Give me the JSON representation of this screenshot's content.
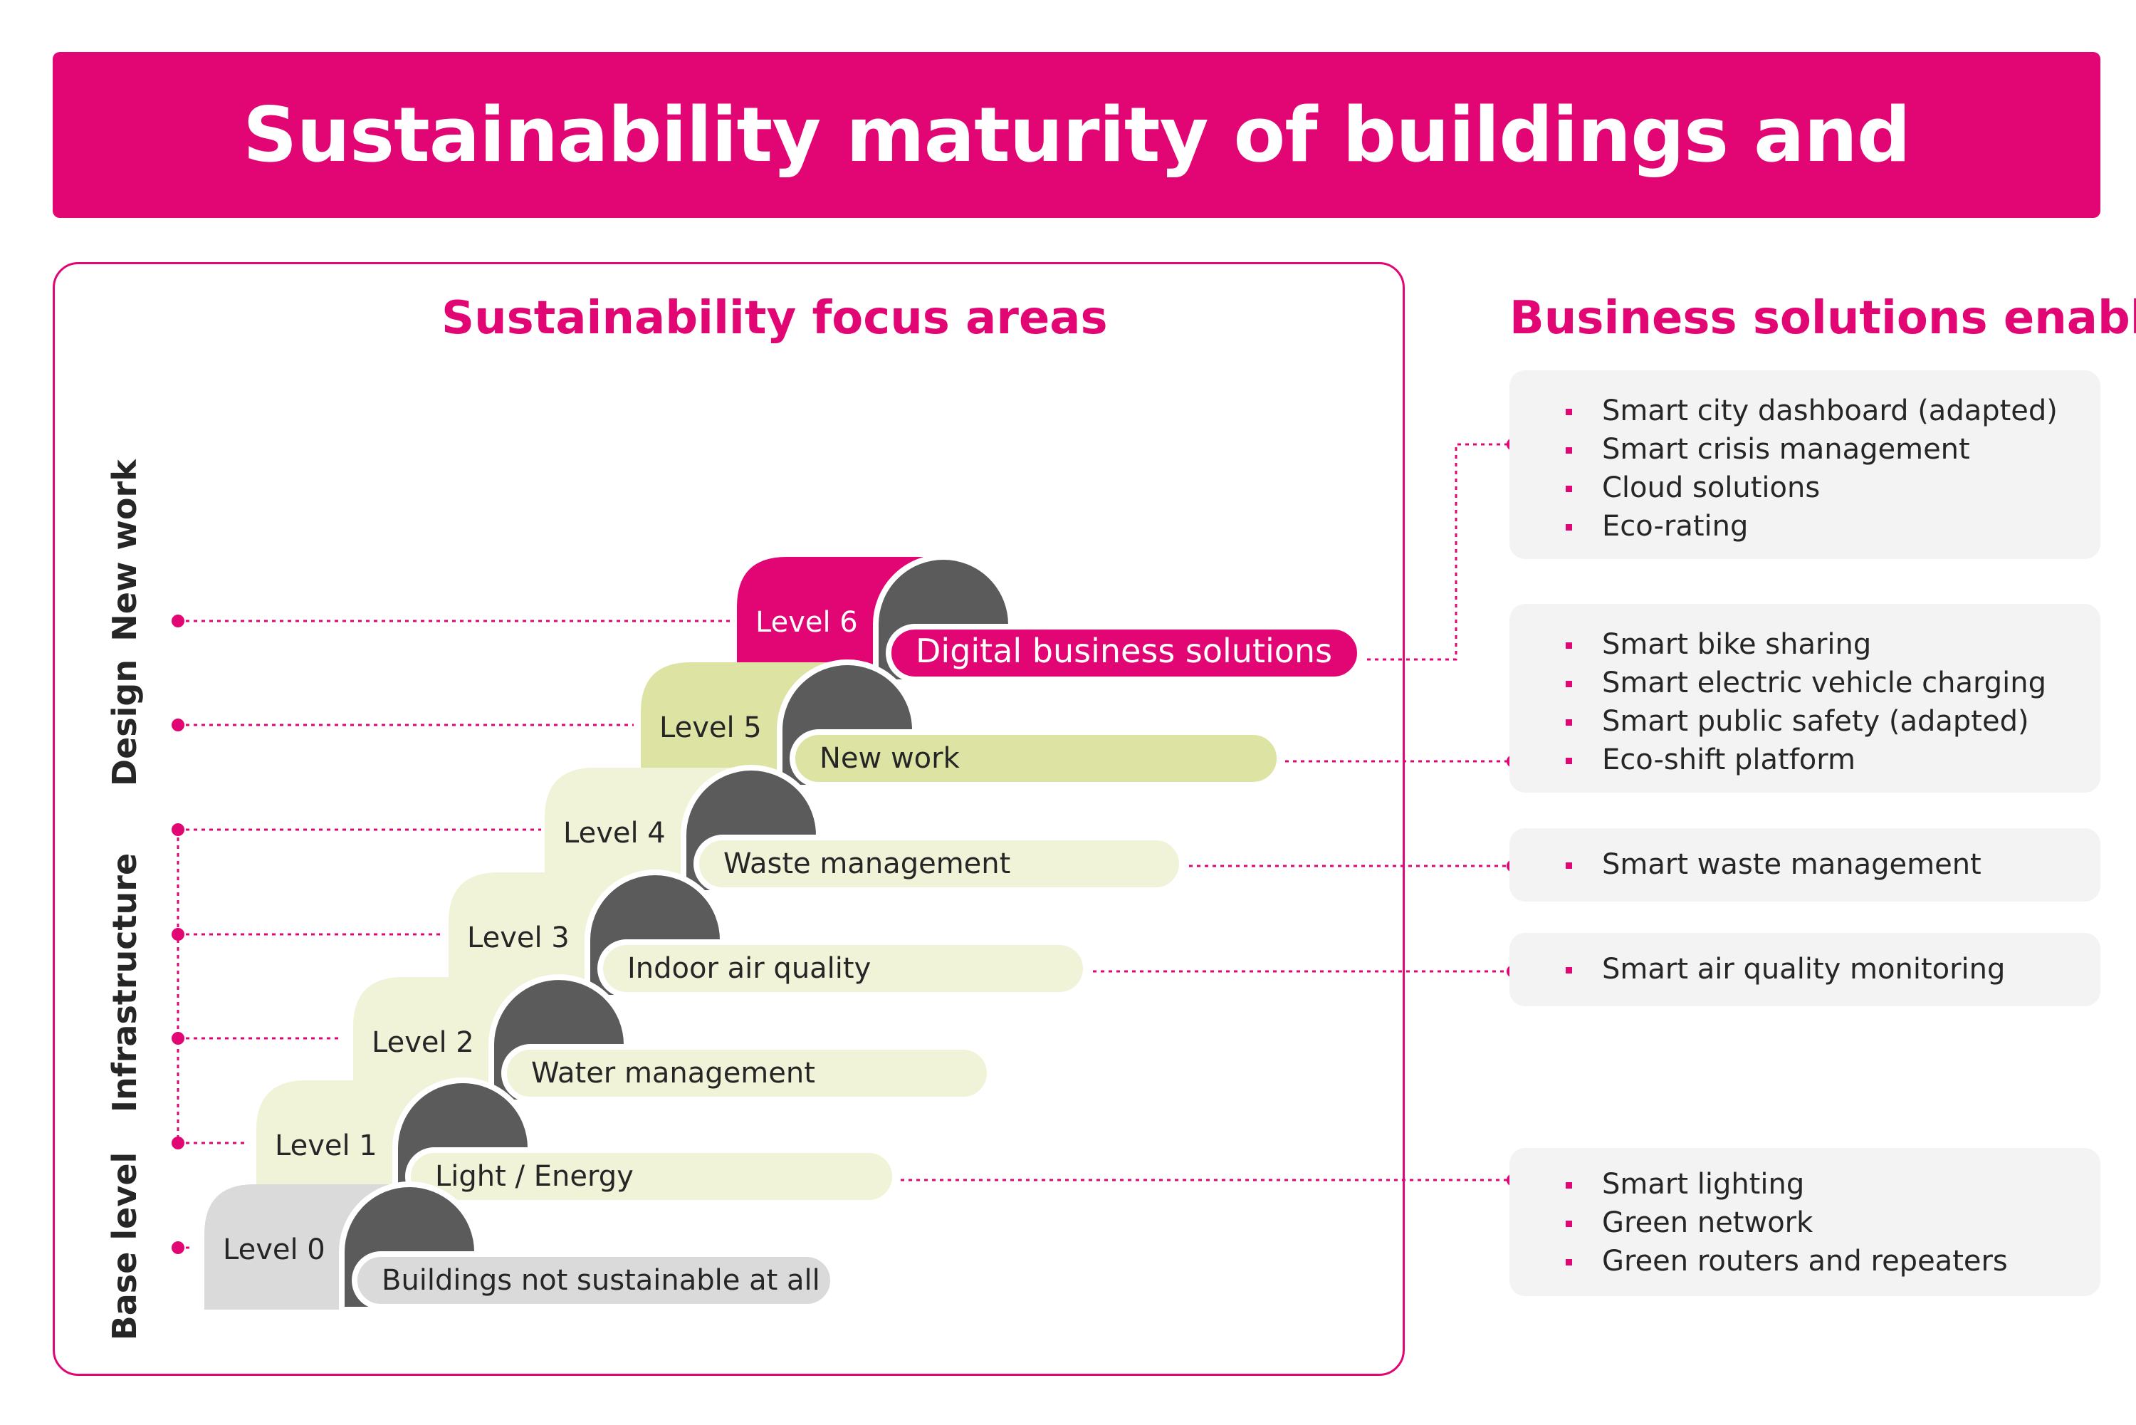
{
  "title": "Sustainability maturity of buildings and solutions",
  "focus_title": "Sustainability focus areas",
  "enabler_title": "Business solutions enabler",
  "categories": [
    "New work",
    "Design",
    "Infrastructure",
    "Base level"
  ],
  "colors": {
    "magenta": "#e20674",
    "olive": "#dde3a2",
    "light_olive": "#f0f3d8",
    "gray_step": "#dadada",
    "dark_gray": "#5b5b5b",
    "card": "#f3f3f3"
  },
  "levels": [
    {
      "level": "Level 0",
      "area": "Buildings not sustainable at all"
    },
    {
      "level": "Level 1",
      "area": "Light / Energy"
    },
    {
      "level": "Level 2",
      "area": "Water management"
    },
    {
      "level": "Level 3",
      "area": "Indoor air quality"
    },
    {
      "level": "Level 4",
      "area": "Waste management"
    },
    {
      "level": "Level 5",
      "area": "New work"
    },
    {
      "level": "Level 6",
      "area": "Digital business solutions"
    }
  ],
  "enablers": [
    {
      "items": [
        "Smart city dashboard (adapted)",
        "Smart crisis management",
        "Cloud solutions",
        "Eco-rating"
      ]
    },
    {
      "items": [
        "Smart bike sharing",
        "Smart electric vehicle charging",
        "Smart public safety (adapted)",
        "Eco-shift platform"
      ]
    },
    {
      "items": [
        "Smart waste management"
      ]
    },
    {
      "items": [
        "Smart air quality monitoring"
      ]
    },
    {
      "items": [
        "Smart lighting",
        "Green network",
        "Green routers and repeaters"
      ]
    }
  ]
}
